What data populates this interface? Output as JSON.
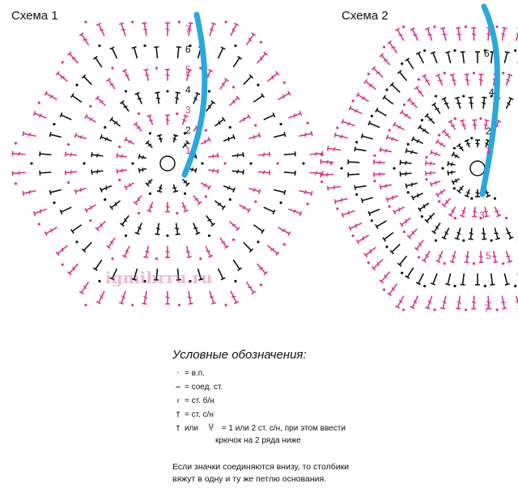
{
  "scheme1": {
    "title": "Схема 1",
    "rows": [
      "1",
      "2",
      "3",
      "4",
      "5",
      "6",
      "7"
    ]
  },
  "scheme2": {
    "title": "Схема 2",
    "rows": [
      "1",
      "2",
      "3",
      "4",
      "5",
      "6",
      "7"
    ]
  },
  "watermark": "igmihrru.ru",
  "legend": {
    "title": "Условные обозначения:",
    "items": [
      {
        "icon": "chain-dot-icon",
        "text": "= в.п."
      },
      {
        "icon": "slip-stitch-icon",
        "text": "= соед. ст."
      },
      {
        "icon": "single-crochet-icon",
        "text": "= ст. б/н"
      },
      {
        "icon": "double-crochet-icon",
        "text": "= ст. с/н"
      }
    ],
    "combo": {
      "or": "или",
      "text1": "= 1 или 2 ст. с/н, при этом ввести",
      "text2": "крючок на 2 ряда ниже"
    }
  },
  "note": {
    "line1": "Если значки соединяются внизу, то столбики",
    "line2": "вяжут в одну и ту же петлю основания."
  },
  "colors": {
    "magenta": "#d6338a",
    "black": "#111111",
    "blue": "#29a8dd"
  }
}
